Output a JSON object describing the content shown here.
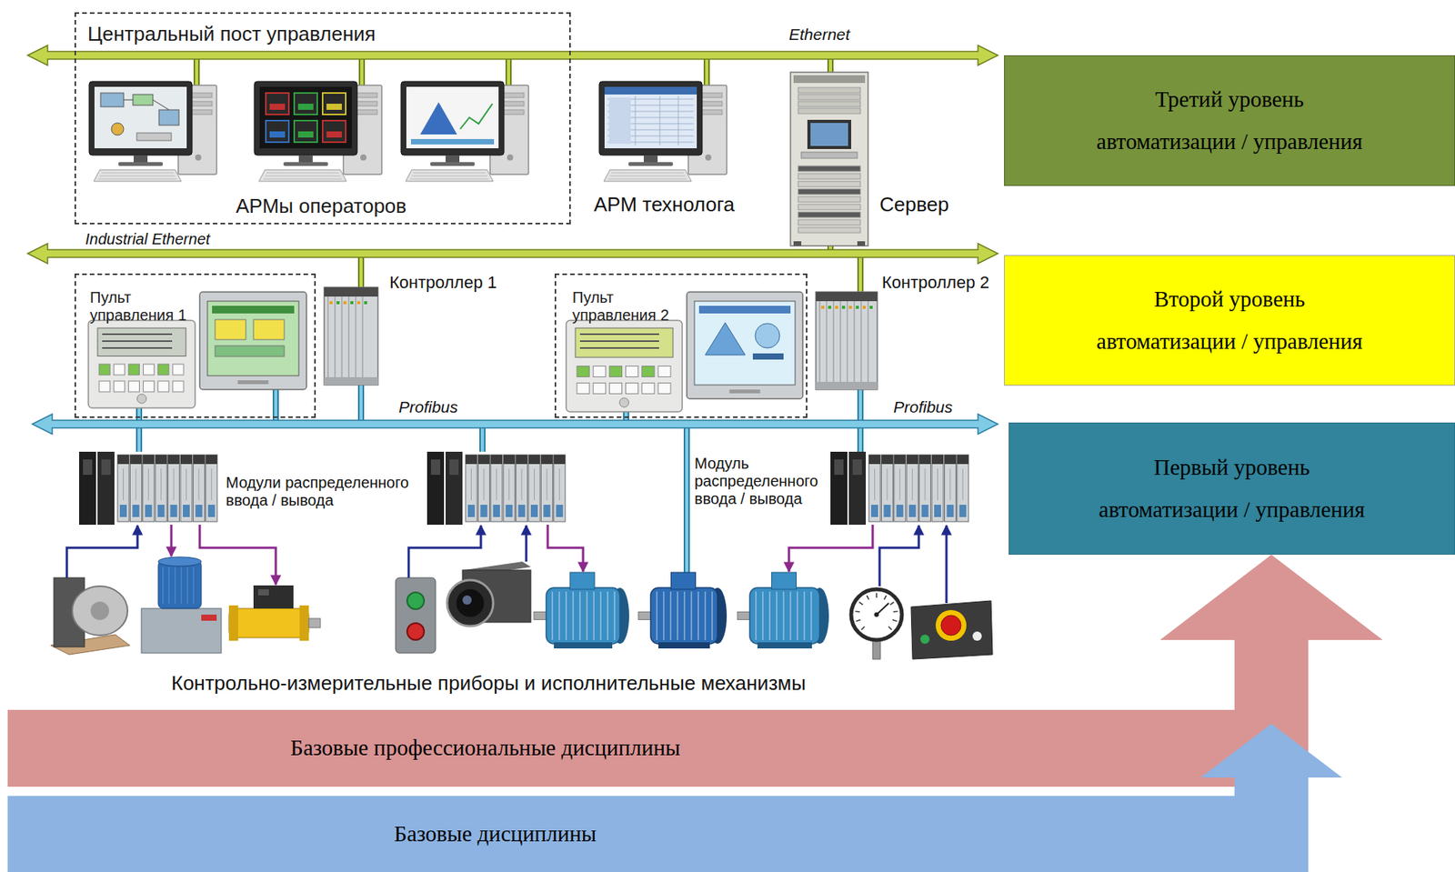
{
  "diagram": {
    "nodes": [
      {
        "text": [
          "Центральный пост управления",
          "АРМы операторов"
        ]
      },
      {
        "text": [
          "Третий уровень автоматизации / управления"
        ]
      },
      {
        "text": [
          "Пульт управления 1"
        ]
      },
      {
        "text": [
          "Пульт управления 2"
        ]
      },
      {
        "text": [
          "Второй уровень автоматизации / управления"
        ]
      },
      {
        "text": [
          "Первый уровень автоматизации / управления"
        ]
      },
      {
        "text": [
          "Базовые профессиональные дисциплины"
        ]
      },
      {
        "text": [
          "Базовые дисциплины"
        ]
      }
    ],
    "edges": [
      {
        "from": 6,
        "to": 5,
        "arrow": "to"
      },
      {
        "from": 7,
        "to": 6,
        "arrow": "to"
      }
    ],
    "labels": [
      "Ethernet",
      "АРМ технолога",
      "Сервер",
      "Industrial Ethernet",
      "Контроллер 1",
      "Контроллер 2",
      "Profibus",
      "Profibus",
      "Модули распределенного ввода / вывода",
      "Модуль распределенного ввода / вывода",
      "Контрольно-измерительные приборы и исполнительные механизмы"
    ]
  }
}
